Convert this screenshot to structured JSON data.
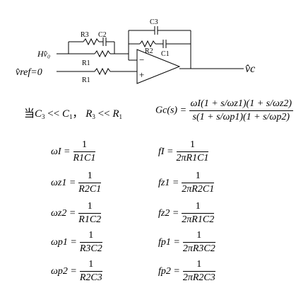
{
  "circuit": {
    "components": {
      "c3_label": "C3",
      "r3_label": "R3",
      "c2_label": "C2",
      "r2_label": "R2",
      "c1_label": "C1",
      "r1_top_label": "R1",
      "r1_bottom_label": "R1"
    },
    "input_label": "Hv̂₀",
    "ref_label": "v̂ref=0",
    "output_label": "v̂c",
    "opamp_minus": "−",
    "opamp_plus": "+"
  },
  "condition": {
    "prefix": "当",
    "c3": "C",
    "c3_sub": "3",
    "ll1": "<<",
    "c1": "C",
    "c1_sub": "1",
    "comma": "，",
    "r3": "R",
    "r3_sub": "3",
    "ll2": "<<",
    "r1": "R",
    "r1_sub": "1"
  },
  "transfer_function": {
    "lhs": "Gc(s) =",
    "numerator": "ωI(1 + s/ωz1)(1 + s/ωz2)",
    "denominator": "s(1 + s/ωp1)(1 + s/ωp2)"
  },
  "omega_formulas": [
    {
      "lhs": "ωI =",
      "num": "1",
      "den": "R1C1"
    },
    {
      "lhs": "ωz1 =",
      "num": "1",
      "den": "R2C1"
    },
    {
      "lhs": "ωz2 =",
      "num": "1",
      "den": "R1C2"
    },
    {
      "lhs": "ωp1 =",
      "num": "1",
      "den": "R3C2"
    },
    {
      "lhs": "ωp2 =",
      "num": "1",
      "den": "R2C3"
    }
  ],
  "freq_formulas": [
    {
      "lhs": "fI =",
      "num": "1",
      "den": "2πR1C1"
    },
    {
      "lhs": "fz1 =",
      "num": "1",
      "den": "2πR2C1"
    },
    {
      "lhs": "fz2 =",
      "num": "1",
      "den": "2πR1C2"
    },
    {
      "lhs": "fp1 =",
      "num": "1",
      "den": "2πR3C2"
    },
    {
      "lhs": "fp2 =",
      "num": "1",
      "den": "2πR2C3"
    }
  ]
}
